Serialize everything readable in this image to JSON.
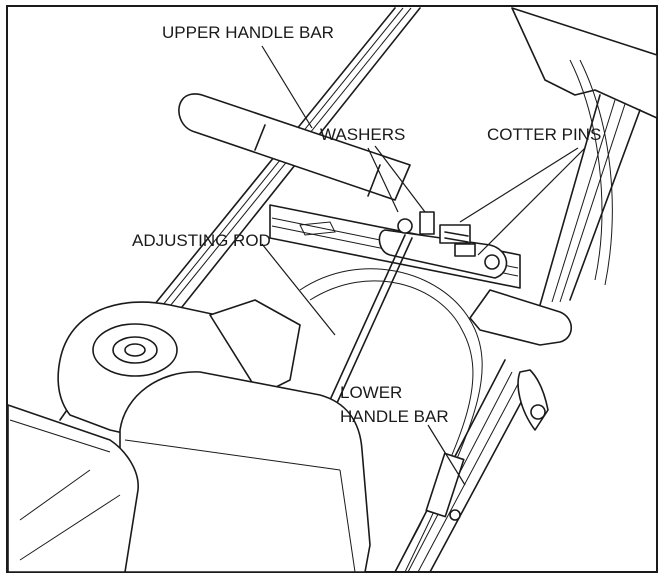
{
  "labels": {
    "upper_handle_bar": "UPPER HANDLE BAR",
    "washers": "WASHERS",
    "cotter_pins": "COTTER PINS",
    "adjusting_rod": "ADJUSTING ROD",
    "lower_handle_bar_line1": "LOWER",
    "lower_handle_bar_line2": "HANDLE BAR"
  },
  "colors": {
    "line": "#1a1a1a",
    "shade": "#d9d9d9",
    "background": "#ffffff"
  }
}
